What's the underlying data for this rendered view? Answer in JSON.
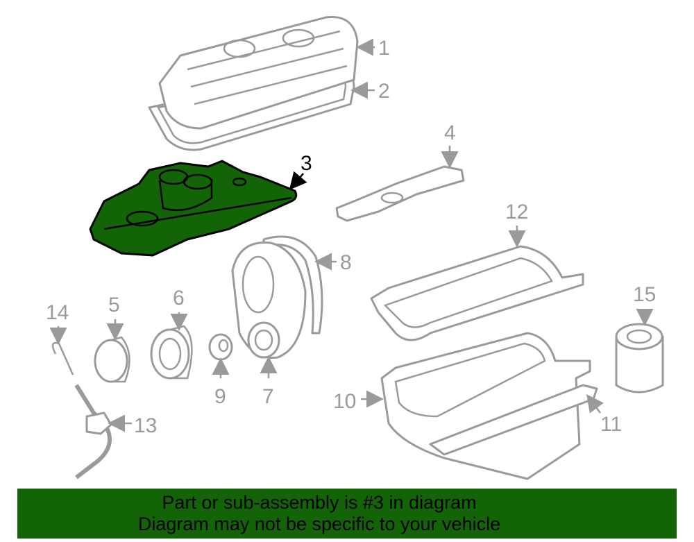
{
  "diagram": {
    "highlighted_part": "3",
    "colors": {
      "highlight": "#136307",
      "line": "#9a9a9a",
      "banner": "#136307"
    },
    "callouts": [
      "1",
      "2",
      "3",
      "4",
      "5",
      "6",
      "7",
      "8",
      "9",
      "10",
      "11",
      "12",
      "13",
      "14",
      "15"
    ]
  },
  "banner": {
    "line1": "Part or sub-assembly is #3 in diagram",
    "line2": "Diagram may not be specific to your vehicle"
  }
}
